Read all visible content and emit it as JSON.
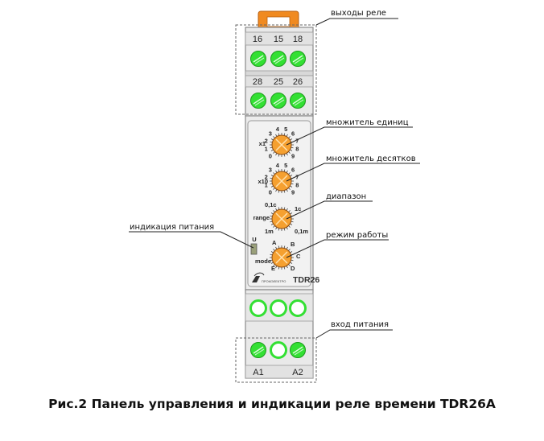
{
  "caption": "Рис.2 Панель управления и индикации реле времени TDR26A",
  "callouts": {
    "relay_outputs": "выходы реле",
    "unit_multiplier": "множитель единиц",
    "tens_multiplier": "множитель десятков",
    "range": "диапазон",
    "power_indicator": "индикация питания",
    "operating_mode": "режим работы",
    "power_input": "вход питания"
  },
  "terminals": {
    "top_row": [
      "16",
      "15",
      "18"
    ],
    "second_row": [
      "28",
      "25",
      "26"
    ],
    "bottom": [
      "A1",
      "A2"
    ]
  },
  "dials": {
    "x1": {
      "label": "x1",
      "scale": [
        "0",
        "1",
        "2",
        "3",
        "4",
        "5",
        "6",
        "7",
        "8",
        "9"
      ]
    },
    "x10": {
      "label": "x10",
      "scale": [
        "0",
        "1",
        "2",
        "3",
        "4",
        "5",
        "6",
        "7",
        "8",
        "9"
      ]
    },
    "range": {
      "label": "range",
      "scale": [
        "0,1c",
        "1c",
        "0,1m",
        "1m"
      ]
    },
    "mode": {
      "label": "mode",
      "scale": [
        "A",
        "B",
        "C",
        "D",
        "E"
      ]
    }
  },
  "indicator_label": "U",
  "model": "TDR26",
  "brand": "ПРОМЭЛЕКТРО",
  "colors": {
    "terminal_green": "#33e033",
    "dial_orange": "#f5a030",
    "clip_orange": "#f08a20",
    "housing": "#e8e8e8"
  }
}
